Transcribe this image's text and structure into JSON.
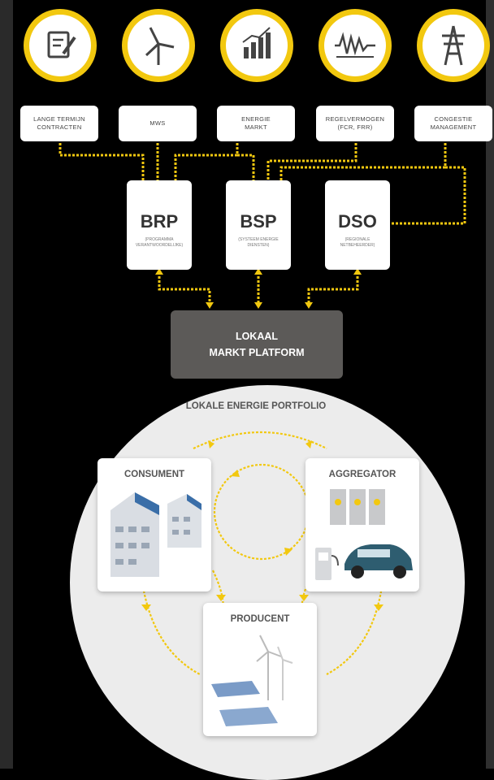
{
  "sources": [
    {
      "id": "contracts",
      "icon": "document-pen-icon",
      "label": "LANGE TERMIJN\nCONTRACTEN"
    },
    {
      "id": "mws",
      "icon": "wind-turbine-icon",
      "label": "MWS"
    },
    {
      "id": "market",
      "icon": "bar-chart-icon",
      "label": "ENERGIE\nMARKT"
    },
    {
      "id": "regel",
      "icon": "waveform-icon",
      "label": "REGELVERMOGEN\n(FCR, FRR)"
    },
    {
      "id": "congestie",
      "icon": "power-pylon-icon",
      "label": "CONGESTIE\nMANAGEMENT"
    }
  ],
  "roles": [
    {
      "id": "brp",
      "title": "BRP",
      "subtitle": "(PROGRAMMA\nVERANTWOORDELIJKE)"
    },
    {
      "id": "bsp",
      "title": "BSP",
      "subtitle": "(SYSTEEM ENERGIE\nDIENSTEN)"
    },
    {
      "id": "dso",
      "title": "DSO",
      "subtitle": "(REGIONALE\nNETBEHEERDER)"
    }
  ],
  "platform": {
    "label": "LOKAAL\nMARKT PLATFORM"
  },
  "portfolio": {
    "title": "LOKALE ENERGIE PORTFOLIO",
    "consument": "CONSUMENT",
    "aggregator": "AGGREGATOR",
    "producent": "PRODUCENT"
  },
  "colors": {
    "accent": "#f2c80f",
    "background": "#000000",
    "platform": "#5c5a58",
    "circle": "#ececec"
  }
}
